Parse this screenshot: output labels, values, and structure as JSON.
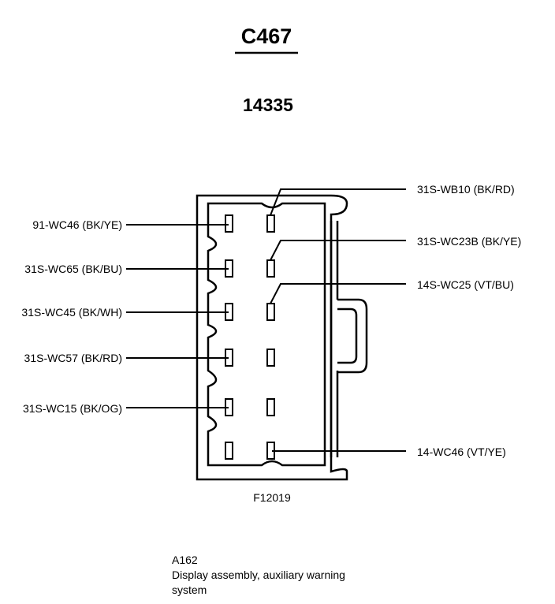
{
  "connector": {
    "id": "C467",
    "part_number": "14335",
    "figure_code": "F12019"
  },
  "left_wires": [
    "91-WC46 (BK/YE)",
    "31S-WC65 (BK/BU)",
    "31S-WC45 (BK/WH)",
    "31S-WC57 (BK/RD)",
    "31S-WC15 (BK/OG)"
  ],
  "right_wires": [
    "31S-WB10 (BK/RD)",
    "31S-WC23B (BK/YE)",
    "14S-WC25 (VT/BU)",
    "14-WC46 (VT/YE)"
  ],
  "caption": {
    "code": "A162",
    "line1": "Display assembly, auxiliary warning",
    "line2": "system"
  }
}
